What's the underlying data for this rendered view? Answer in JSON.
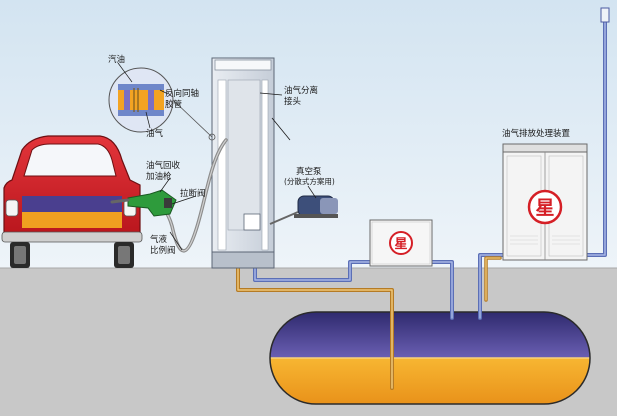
{
  "labels": {
    "gasoline": "汽油",
    "coaxial_hose": [
      "反向同轴",
      "胶管"
    ],
    "vapor": "油气",
    "vapor_separation_joint": [
      "油气分离",
      "接头"
    ],
    "vapor_recovery_nozzle": [
      "油气回收",
      "加油枪"
    ],
    "breakaway_valve": "拉断阀",
    "vacuum_pump": [
      "真空泵",
      "(分散式方案用)"
    ],
    "air_liquid_ratio_valve": [
      "气液",
      "比例阀"
    ],
    "emission_treatment_device": "油气排放处理装置"
  },
  "logo_glyph": "星",
  "colors": {
    "sky_top": "#d9e8f3",
    "sky_bottom": "#eaf2f8",
    "ground": "#c9c9c9",
    "car_red": "#d51f26",
    "tank_purple": "#4a3f8f",
    "fuel_orange": "#f3a322",
    "pipe_blue": "#6f86c9",
    "pipe_gold": "#d7a24a",
    "nozzle_green": "#2e9b3c"
  }
}
